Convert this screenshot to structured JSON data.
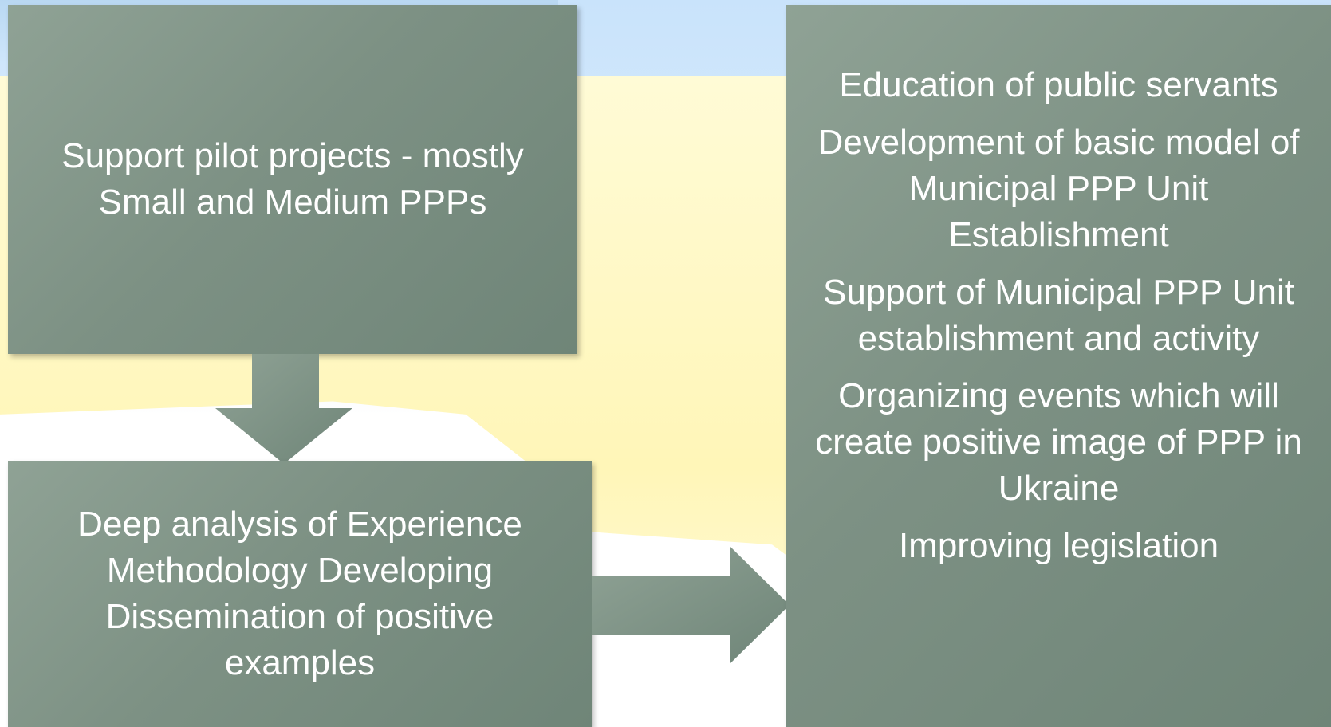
{
  "boxes": {
    "pilot": {
      "lines": [
        "Support pilot projects  - mostly",
        "Small and Medium PPPs"
      ]
    },
    "analysis": {
      "lines": [
        "Deep analysis of Experience",
        "Methodology Developing",
        "Dissemination of positive",
        "examples"
      ]
    },
    "actions": {
      "items": [
        "Education of public servants",
        "Development of basic model of Municipal PPP Unit Establishment",
        "Support of Municipal PPP Unit establishment and activity",
        "Organizing events which will create positive image of PPP in Ukraine",
        "Improving legislation"
      ]
    }
  },
  "colors": {
    "box_fill": "#7d9184",
    "text": "#ffffff"
  }
}
